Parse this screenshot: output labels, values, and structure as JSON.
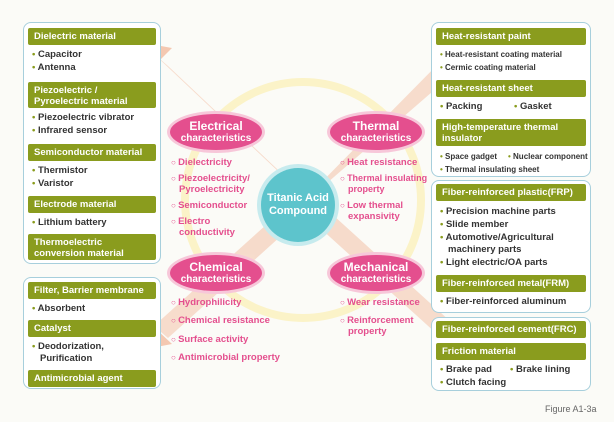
{
  "center": {
    "line1": "Titanic Acid",
    "line2": "Compound"
  },
  "figure_label": "Figure A1-3a",
  "characteristics": {
    "electrical": {
      "title": "Electrical",
      "subtitle": "characteristics",
      "props": [
        "Dielectricity",
        "Piezoelectricity/",
        "Pyroelectricity",
        "Semiconductor",
        "Electro",
        "conductivity"
      ]
    },
    "thermal": {
      "title": "Thermal",
      "subtitle": "characteristics",
      "props": [
        "Heat resistance",
        "Thermal insulating",
        "property",
        "Low thermal",
        "expansivity"
      ]
    },
    "chemical": {
      "title": "Chemical",
      "subtitle": "characteristics",
      "props": [
        "Hydrophilicity",
        "Chemical resistance",
        "Surface activity",
        "Antimicrobial property"
      ]
    },
    "mechanical": {
      "title": "Mechanical",
      "subtitle": "characteristics",
      "props": [
        "Wear resistance",
        "Reinforcement",
        "property"
      ]
    }
  },
  "left_top": {
    "dielectric": {
      "header": "Dielectric material",
      "items": [
        "Capacitor",
        "Antenna"
      ]
    },
    "piezo": {
      "header_l1": "Piezoelectric /",
      "header_l2": "Pyroelectric material",
      "items": [
        "Piezoelectric vibrator",
        "Infrared sensor"
      ]
    },
    "semiconductor": {
      "header": "Semiconductor material",
      "items": [
        "Thermistor",
        "Varistor"
      ]
    },
    "electrode": {
      "header": "Electrode material",
      "items": [
        "Lithium battery"
      ]
    },
    "thermoelectric": {
      "header_l1": "Thermoelectric",
      "header_l2": "conversion material"
    }
  },
  "left_bottom": {
    "filter": {
      "header": "Filter, Barrier membrane",
      "items": [
        "Absorbent"
      ]
    },
    "catalyst": {
      "header": "Catalyst",
      "items": [
        "Deodorization,",
        "Purification"
      ]
    },
    "antimicrobial": {
      "header": "Antimicrobial agent"
    }
  },
  "right_top": {
    "paint": {
      "header": "Heat-resistant paint",
      "items": [
        "Heat-resistant coating material",
        "Cermic coating material"
      ]
    },
    "sheet": {
      "header": "Heat-resistant sheet",
      "items": [
        "Packing",
        "Gasket"
      ]
    },
    "insulator": {
      "header_l1": "High-temperature thermal",
      "header_l2": "insulator",
      "items": [
        "Space gadget",
        "Nuclear component",
        "Thermal insulating sheet"
      ]
    }
  },
  "right_middle": {
    "frp": {
      "header": "Fiber-reinforced plastic(FRP)",
      "items": [
        "Precision machine parts",
        "Slide member",
        "Automotive/Agricultural",
        "machinery parts",
        "Light electric/OA parts"
      ]
    },
    "frm": {
      "header": "Fiber-reinforced metal(FRM)",
      "items": [
        "Fiber-reinforced aluminum"
      ]
    }
  },
  "right_bottom": {
    "frc": {
      "header": "Fiber-reinforced cement(FRC)"
    },
    "friction": {
      "header": "Friction material",
      "items": [
        "Brake pad",
        "Brake lining",
        "Clutch facing"
      ]
    }
  },
  "colors": {
    "header": "#8a9c1e",
    "accent_pink": "#e44f8e",
    "center": "#5dc4cc",
    "arrow": "#f5cdb8",
    "panel_border": "#a7cfdc"
  }
}
